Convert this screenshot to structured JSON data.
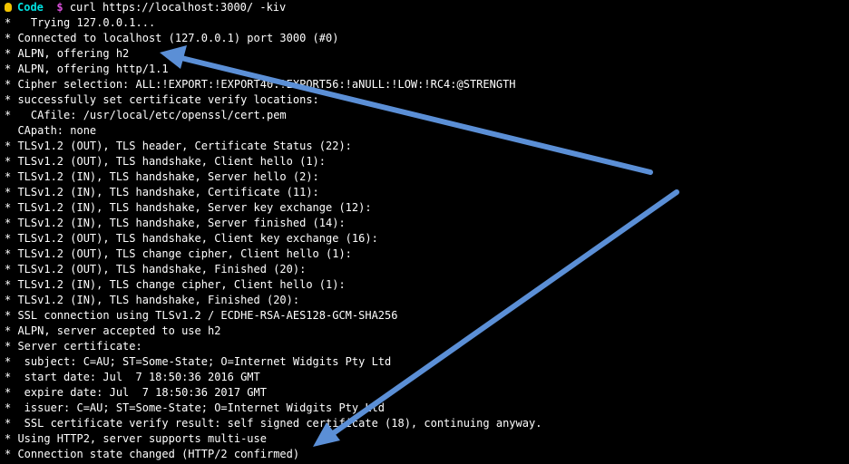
{
  "prompt": {
    "directory": "Code",
    "symbol": "$",
    "command": "curl https://localhost:3000/ -kiv"
  },
  "output_lines": [
    "*   Trying 127.0.0.1...",
    "* Connected to localhost (127.0.0.1) port 3000 (#0)",
    "* ALPN, offering h2",
    "* ALPN, offering http/1.1",
    "* Cipher selection: ALL:!EXPORT:!EXPORT40:!EXPORT56:!aNULL:!LOW:!RC4:@STRENGTH",
    "* successfully set certificate verify locations:",
    "*   CAfile: /usr/local/etc/openssl/cert.pem",
    "  CApath: none",
    "* TLSv1.2 (OUT), TLS header, Certificate Status (22):",
    "* TLSv1.2 (OUT), TLS handshake, Client hello (1):",
    "* TLSv1.2 (IN), TLS handshake, Server hello (2):",
    "* TLSv1.2 (IN), TLS handshake, Certificate (11):",
    "* TLSv1.2 (IN), TLS handshake, Server key exchange (12):",
    "* TLSv1.2 (IN), TLS handshake, Server finished (14):",
    "* TLSv1.2 (OUT), TLS handshake, Client key exchange (16):",
    "* TLSv1.2 (OUT), TLS change cipher, Client hello (1):",
    "* TLSv1.2 (OUT), TLS handshake, Finished (20):",
    "* TLSv1.2 (IN), TLS change cipher, Client hello (1):",
    "* TLSv1.2 (IN), TLS handshake, Finished (20):",
    "* SSL connection using TLSv1.2 / ECDHE-RSA-AES128-GCM-SHA256",
    "* ALPN, server accepted to use h2",
    "* Server certificate:",
    "*  subject: C=AU; ST=Some-State; O=Internet Widgits Pty Ltd",
    "*  start date: Jul  7 18:50:36 2016 GMT",
    "*  expire date: Jul  7 18:50:36 2017 GMT",
    "*  issuer: C=AU; ST=Some-State; O=Internet Widgits Pty Ltd",
    "*  SSL certificate verify result: self signed certificate (18), continuing anyway.",
    "* Using HTTP2, server supports multi-use",
    "* Connection state changed (HTTP/2 confirmed)"
  ],
  "colors": {
    "background": "#000000",
    "text": "#ffffff",
    "directory": "#00e0e0",
    "prompt_symbol": "#d94fd9",
    "annotation_arrow": "#5b8fd6"
  },
  "icons": {
    "prompt_icon": "apple-icon",
    "annotations": "arrow-icon"
  }
}
